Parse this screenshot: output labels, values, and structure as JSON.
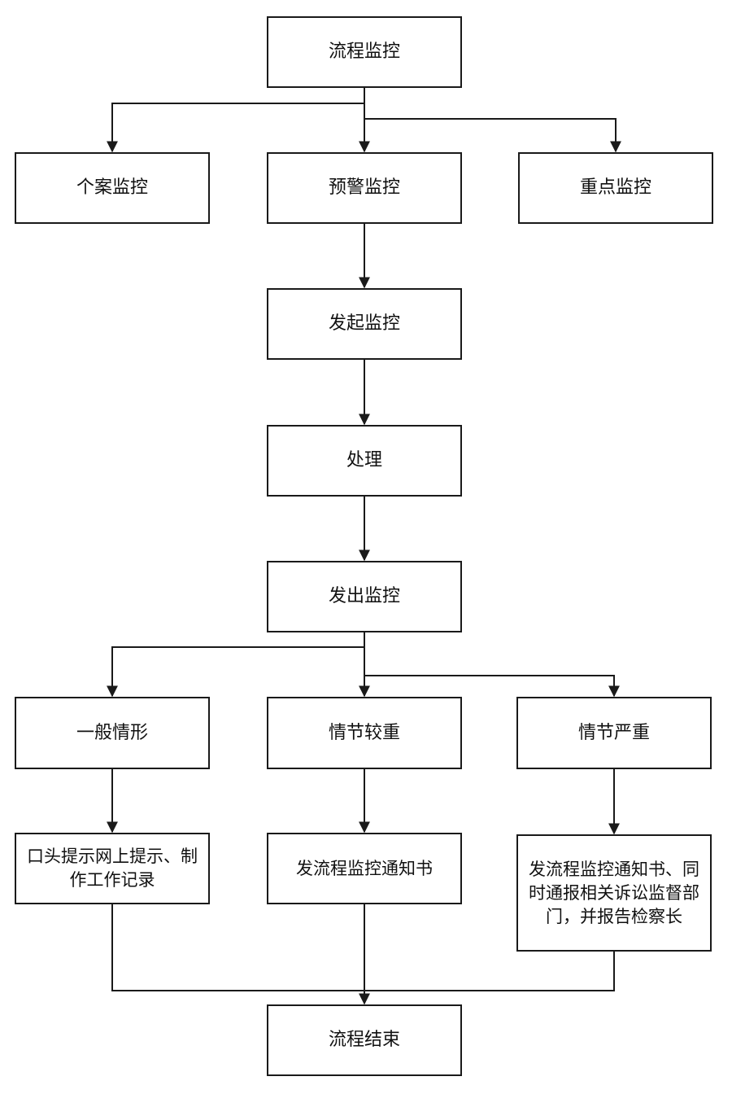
{
  "nodes": {
    "start": "流程监控",
    "case_monitor": "个案监控",
    "warning_monitor": "预警监控",
    "key_monitor": "重点监控",
    "initiate_monitor": "发起监控",
    "process": "处理",
    "issue_monitor": "发出监控",
    "general": "一般情形",
    "serious_moderate": "情节较重",
    "serious_severe": "情节严重",
    "general_action": "口头提示网上提示、制作工作记录",
    "moderate_action": "发流程监控通知书",
    "severe_action": "发流程监控通知书、同时通报相关诉讼监督部门，并报告检察长",
    "end": "流程结束"
  },
  "edges": [
    {
      "from": "start",
      "to": "case_monitor"
    },
    {
      "from": "start",
      "to": "warning_monitor"
    },
    {
      "from": "start",
      "to": "key_monitor"
    },
    {
      "from": "warning_monitor",
      "to": "initiate_monitor"
    },
    {
      "from": "initiate_monitor",
      "to": "process"
    },
    {
      "from": "process",
      "to": "issue_monitor"
    },
    {
      "from": "issue_monitor",
      "to": "general"
    },
    {
      "from": "issue_monitor",
      "to": "serious_moderate"
    },
    {
      "from": "issue_monitor",
      "to": "serious_severe"
    },
    {
      "from": "general",
      "to": "general_action"
    },
    {
      "from": "serious_moderate",
      "to": "moderate_action"
    },
    {
      "from": "serious_severe",
      "to": "severe_action"
    },
    {
      "from": "general_action",
      "to": "end"
    },
    {
      "from": "moderate_action",
      "to": "end"
    },
    {
      "from": "severe_action",
      "to": "end"
    }
  ],
  "colors": {
    "line": "#1a1a1a",
    "border": "#1a1a1a",
    "background": "#ffffff"
  }
}
